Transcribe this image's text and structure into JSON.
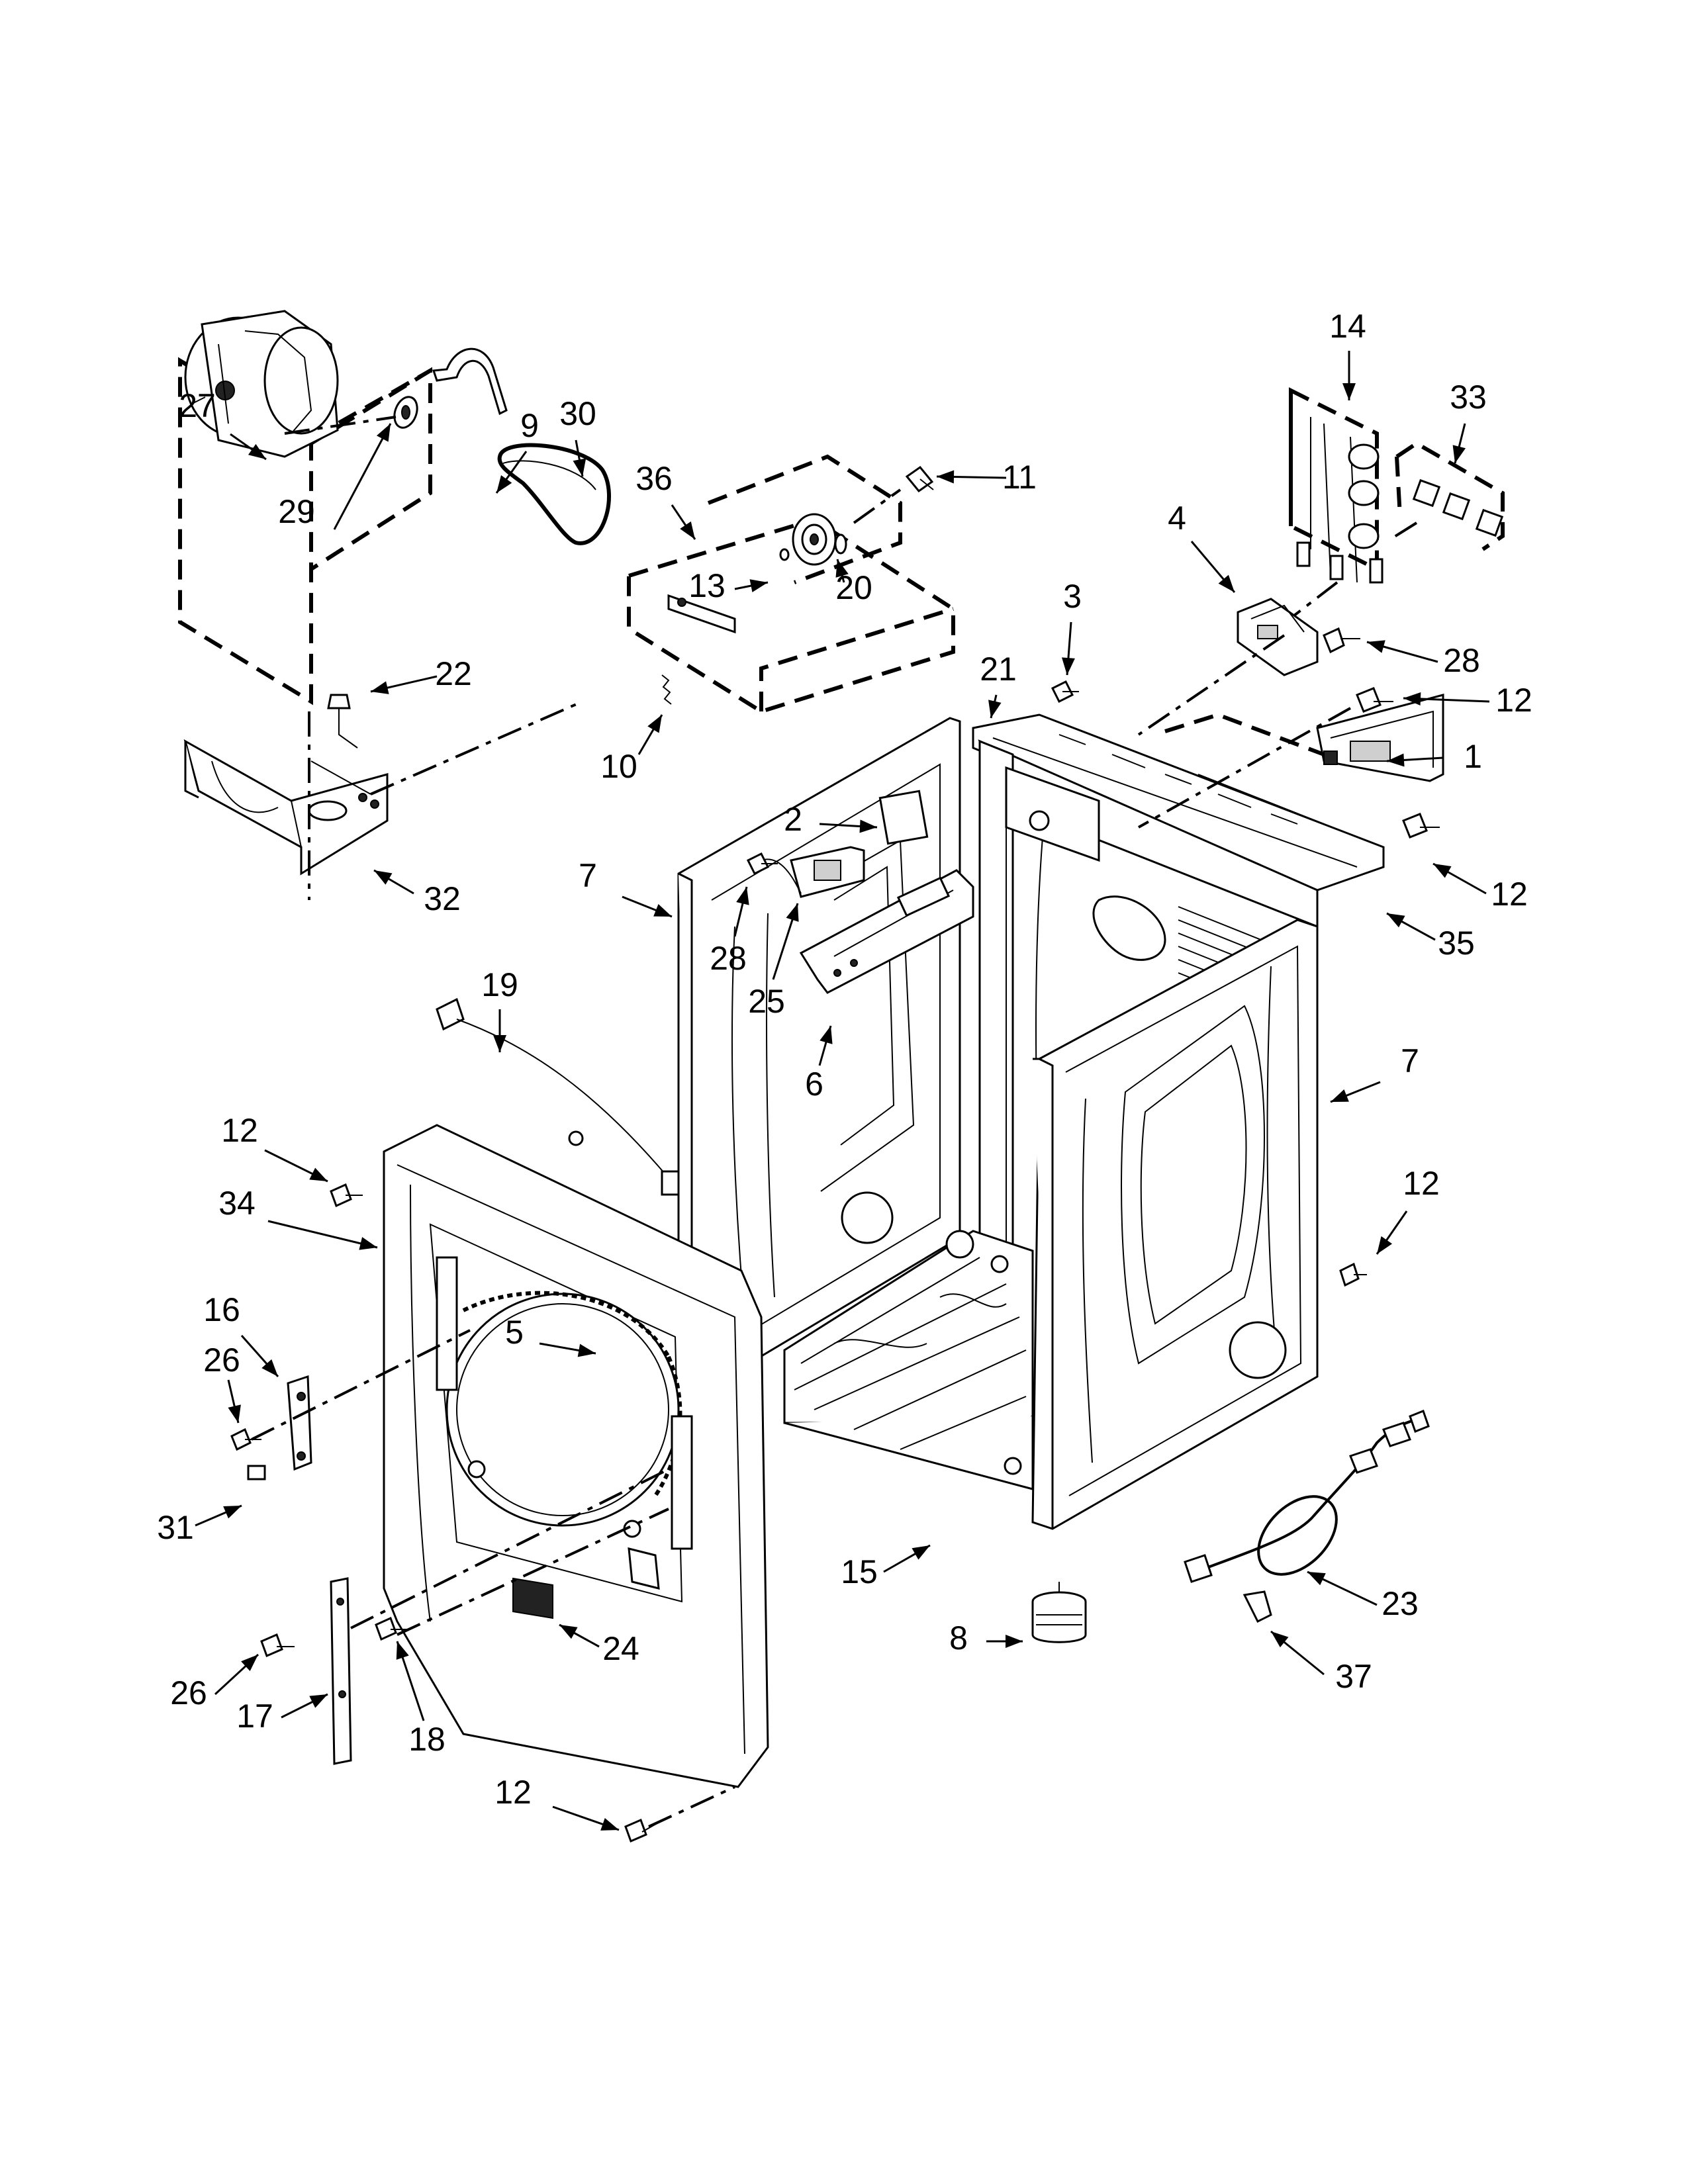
{
  "diagram": {
    "type": "exploded-parts-diagram",
    "part_labels": [
      "1",
      "2",
      "3",
      "4",
      "5",
      "6",
      "7",
      "8",
      "9",
      "10",
      "11",
      "12",
      "13",
      "14",
      "15",
      "16",
      "17",
      "18",
      "19",
      "20",
      "21",
      "22",
      "23",
      "24",
      "25",
      "26",
      "27",
      "28",
      "29",
      "30",
      "31",
      "32",
      "33",
      "34",
      "35",
      "36",
      "37"
    ],
    "callouts": [
      {
        "label": "27"
      },
      {
        "label": "9"
      },
      {
        "label": "29"
      },
      {
        "label": "30"
      },
      {
        "label": "36"
      },
      {
        "label": "11"
      },
      {
        "label": "14"
      },
      {
        "label": "33"
      },
      {
        "label": "4"
      },
      {
        "label": "13"
      },
      {
        "label": "20"
      },
      {
        "label": "22"
      },
      {
        "label": "3"
      },
      {
        "label": "21"
      },
      {
        "label": "28"
      },
      {
        "label": "10"
      },
      {
        "label": "12"
      },
      {
        "label": "1"
      },
      {
        "label": "2"
      },
      {
        "label": "32"
      },
      {
        "label": "7"
      },
      {
        "label": "28"
      },
      {
        "label": "12"
      },
      {
        "label": "35"
      },
      {
        "label": "25"
      },
      {
        "label": "19"
      },
      {
        "label": "6"
      },
      {
        "label": "7"
      },
      {
        "label": "12"
      },
      {
        "label": "34"
      },
      {
        "label": "12"
      },
      {
        "label": "16"
      },
      {
        "label": "5"
      },
      {
        "label": "26"
      },
      {
        "label": "31"
      },
      {
        "label": "15"
      },
      {
        "label": "23"
      },
      {
        "label": "8"
      },
      {
        "label": "24"
      },
      {
        "label": "37"
      },
      {
        "label": "26"
      },
      {
        "label": "17"
      },
      {
        "label": "18"
      },
      {
        "label": "12"
      }
    ]
  }
}
